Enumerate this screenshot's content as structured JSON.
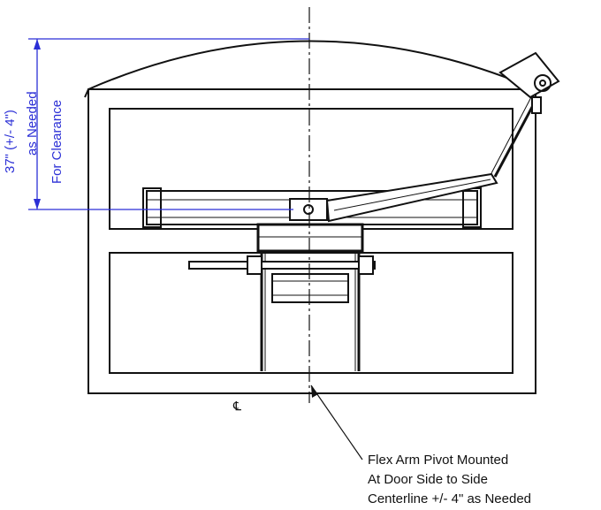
{
  "dimension": {
    "lines": [
      "37\" (+/- 4\")",
      "as Needed",
      "For Clearance"
    ],
    "color": "#2b2fd6"
  },
  "centerline_symbol": "℄",
  "note": {
    "lines": [
      "Flex Arm Pivot Mounted",
      "At Door Side to Side",
      "Centerline +/- 4\" as Needed"
    ]
  },
  "colors": {
    "line": "#111111",
    "dimension": "#2b2fd6"
  }
}
